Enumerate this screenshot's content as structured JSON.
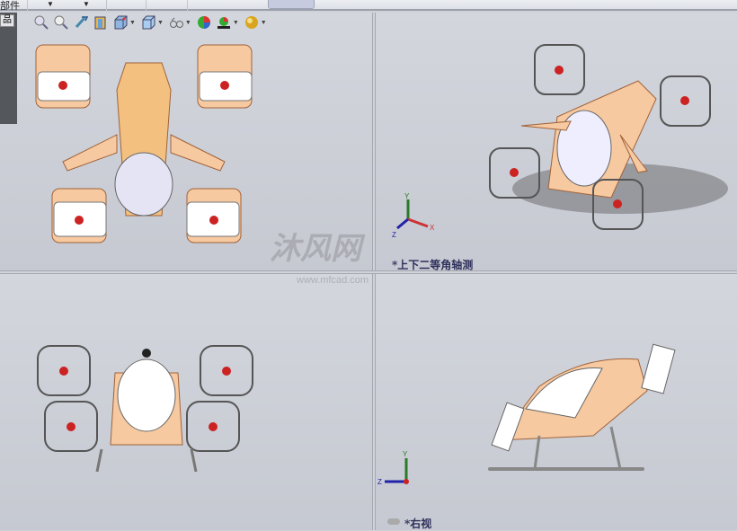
{
  "topbar": {
    "tab_label": "部件"
  },
  "left_panel": {
    "button_label": "品"
  },
  "hud": {
    "icons": [
      "zoom-to-fit-icon",
      "zoom-area-icon",
      "previous-view-icon",
      "section-view-icon",
      "view-orientation-icon",
      "display-style-icon",
      "hide-show-items-icon",
      "edit-appearance-icon",
      "apply-scene-icon",
      "view-settings-icon"
    ]
  },
  "views": {
    "top_left": {
      "label": ""
    },
    "top_right": {
      "label": "*上下二等角轴测"
    },
    "bottom_left": {
      "label": ""
    },
    "bottom_right": {
      "label": "*右视"
    }
  },
  "triad": {
    "x": "X",
    "y": "Y",
    "z": "Z"
  },
  "watermark": {
    "brand": "沐风网",
    "url": "www.mfcad.com"
  },
  "colors": {
    "body": "#f5c79c",
    "accent": "#f0b040",
    "rotor": "#cc2222",
    "bg": "#cfd2d9"
  }
}
